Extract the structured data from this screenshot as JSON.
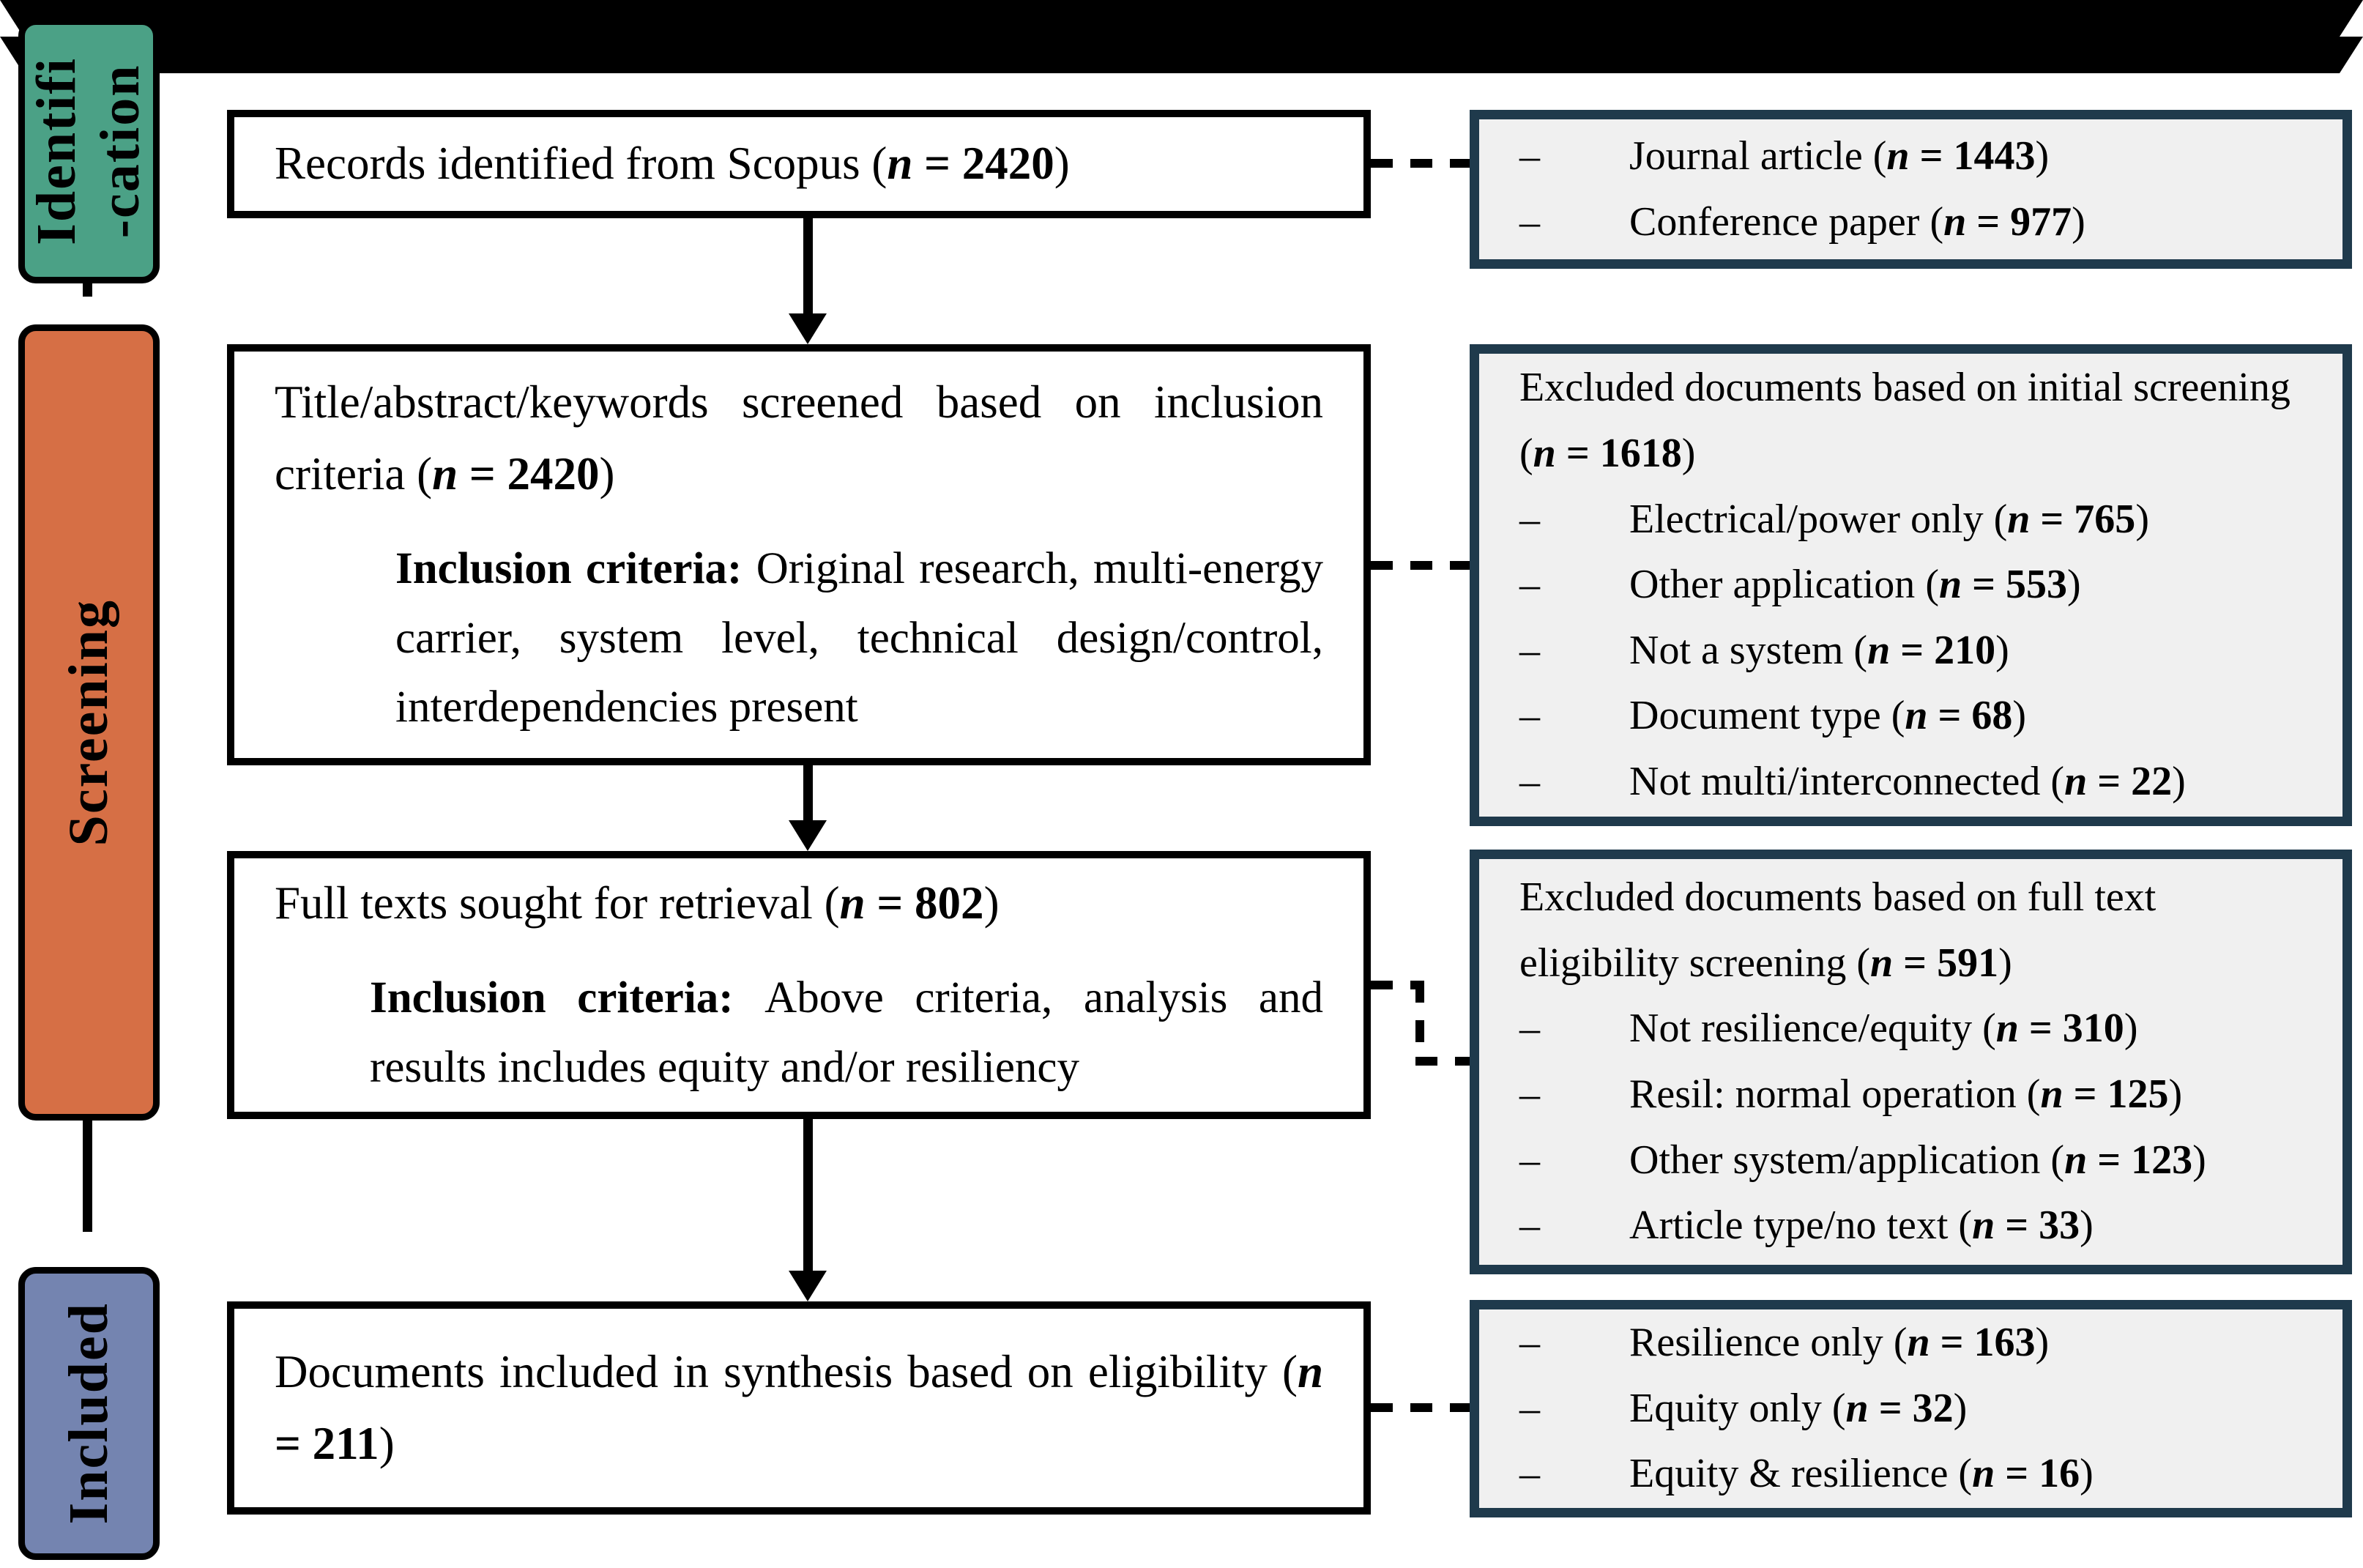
{
  "bullet": "–",
  "colors": {
    "identification": "#4BA186",
    "screening": "#D66F45",
    "included": "#7484B0",
    "side_box_border": "#1F3A4C",
    "side_box_background": "#F0F0F0",
    "line": "#000000"
  },
  "stages": [
    {
      "label": "Identifi\n-cation",
      "color": "#4BA186"
    },
    {
      "label": "Screening",
      "color": "#D66F45"
    },
    {
      "label": "Included",
      "color": "#7484B0"
    }
  ],
  "main_boxes": [
    {
      "title": "Records identified from Scopus",
      "n": "2420"
    },
    {
      "title": "Title/abstract/keywords screened based on inclusion criteria",
      "n": "2420",
      "criteria_label": "Inclusion criteria:",
      "criteria_text": "Original research, multi-energy carrier, system level, technical design/control, interdependencies present"
    },
    {
      "title": "Full texts sought for retrieval",
      "n": "802",
      "criteria_label": "Inclusion criteria:",
      "criteria_text": "Above criteria, analysis and results includes equity and/or resiliency"
    },
    {
      "title": "Documents included in synthesis based on eligibility",
      "n": "211"
    }
  ],
  "side_boxes": [
    {
      "items": [
        {
          "label": "Journal article",
          "n": "1443"
        },
        {
          "label": "Conference paper",
          "n": "977"
        }
      ]
    },
    {
      "header": {
        "text": "Excluded documents based on initial screening",
        "n": "1618"
      },
      "items": [
        {
          "label": "Electrical/power only",
          "n": "765"
        },
        {
          "label": "Other application",
          "n": "553"
        },
        {
          "label": "Not a system",
          "n": "210"
        },
        {
          "label": "Document type",
          "n": "68"
        },
        {
          "label": "Not multi/interconnected",
          "n": "22"
        }
      ]
    },
    {
      "header": {
        "text": "Excluded documents based on full text eligibility screening",
        "n": "591"
      },
      "items": [
        {
          "label": "Not resilience/equity",
          "n": "310"
        },
        {
          "label": "Resil: normal operation",
          "n": "125"
        },
        {
          "label": "Other system/application",
          "n": "123"
        },
        {
          "label": "Article type/no text",
          "n": "33"
        }
      ]
    },
    {
      "items": [
        {
          "label": "Resilience only",
          "n": "163"
        },
        {
          "label": "Equity only",
          "n": "32"
        },
        {
          "label": "Equity & resilience",
          "n": "16"
        }
      ]
    }
  ]
}
